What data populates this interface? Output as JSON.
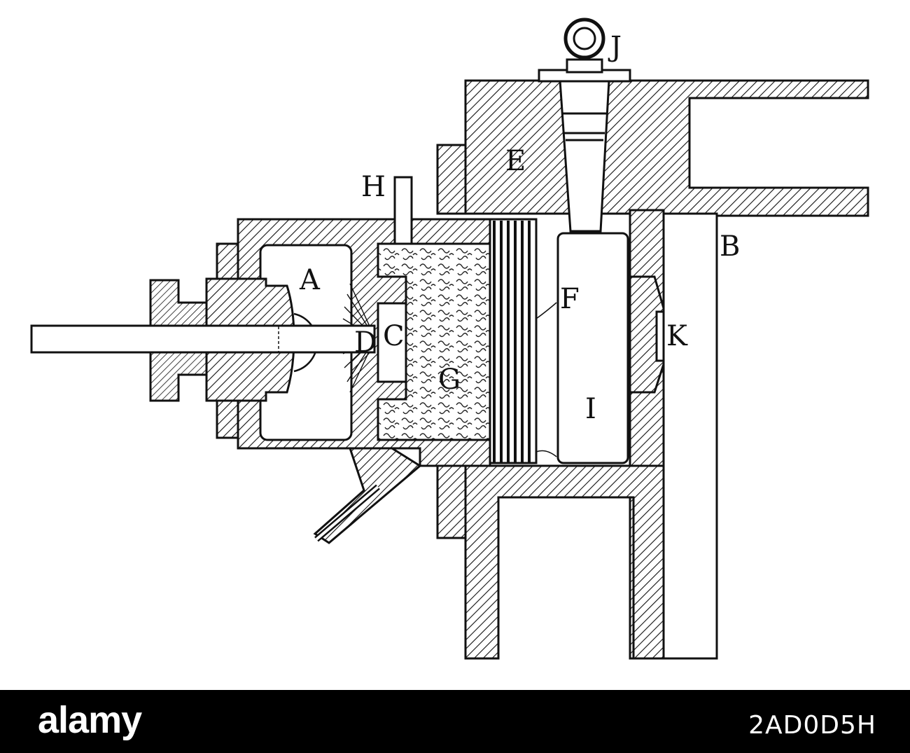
{
  "labels": {
    "a": "A",
    "b": "B",
    "c": "C",
    "d": "D",
    "e": "E",
    "f": "F",
    "g": "G",
    "h": "H",
    "i": "I",
    "j": "J",
    "k": "K"
  },
  "footer": {
    "brand": "alamy",
    "image_id": "2AD0D5H"
  },
  "colors": {
    "ink": "#111111",
    "background": "#ffffff",
    "footer": "#000000"
  }
}
